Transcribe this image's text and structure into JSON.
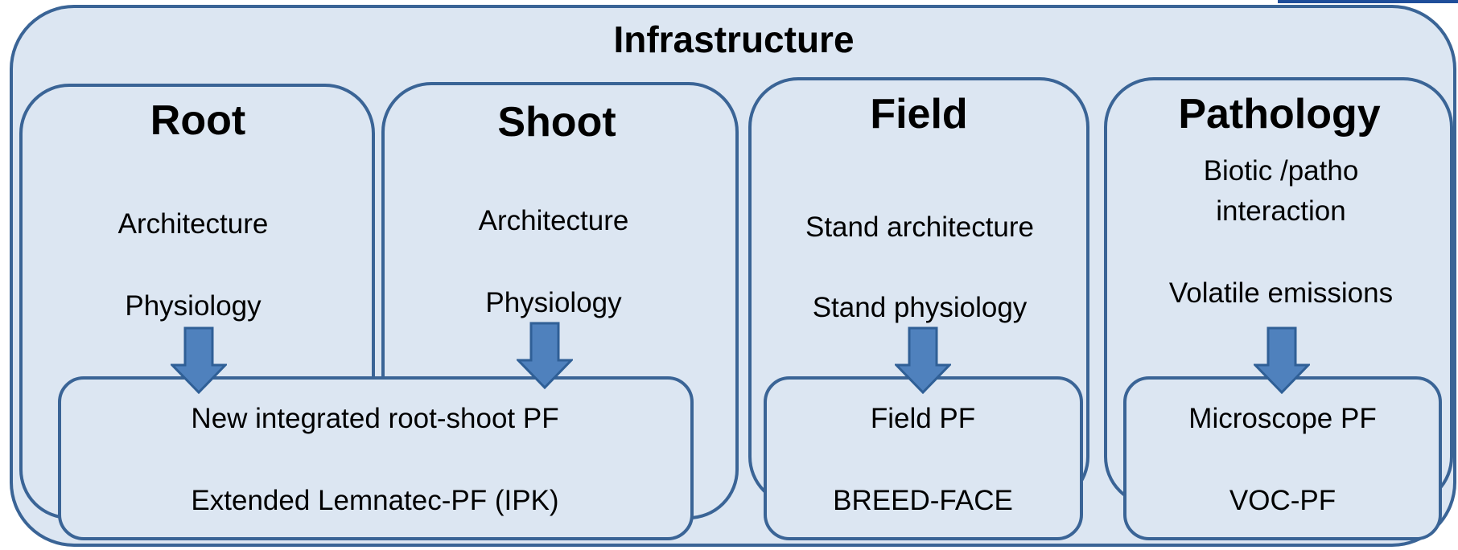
{
  "infrastructure": {
    "title": "Infrastructure"
  },
  "columns": [
    {
      "title": "Root",
      "lines": [
        "Architecture",
        "Physiology"
      ]
    },
    {
      "title": "Shoot",
      "lines": [
        "Architecture",
        "Physiology"
      ]
    },
    {
      "title": "Field",
      "lines": [
        "Stand architecture",
        "Stand physiology"
      ]
    },
    {
      "title": "Pathology",
      "lines": [
        "Biotic /patho",
        "interaction",
        "Volatile emissions"
      ]
    }
  ],
  "platforms": [
    {
      "name": "New integrated root-shoot PF",
      "detail": "Extended Lemnatec-PF (IPK)"
    },
    {
      "name": "Field PF",
      "detail": "BREED-FACE"
    },
    {
      "name": "Microscope PF",
      "detail": "VOC-PF"
    }
  ],
  "colors": {
    "box_fill": "#dce6f2",
    "border": "#3a6496",
    "arrow_fill": "#4f81bd",
    "arrow_stroke": "#2f5f96",
    "text": "#000000"
  },
  "icons": {
    "flow_arrow": "down-arrow-icon"
  }
}
